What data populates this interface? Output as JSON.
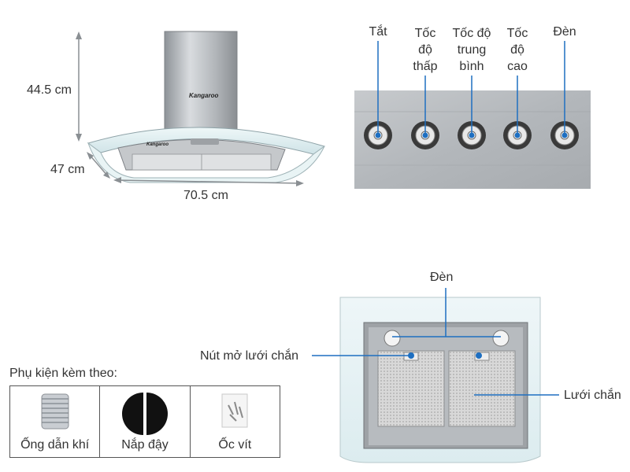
{
  "dimensions": {
    "height": "44.5 cm",
    "depth": "47 cm",
    "width": "70.5 cm"
  },
  "hood": {
    "brand": "Kangaroo"
  },
  "control_panel": {
    "buttons": [
      {
        "label": "Tắt"
      },
      {
        "label": "Tốc\nđộ\nthấp"
      },
      {
        "label": "Tốc độ\ntrung\nbình"
      },
      {
        "label": "Tốc\nđộ\ncao"
      },
      {
        "label": "Đèn"
      }
    ]
  },
  "underside": {
    "light_label": "Đèn",
    "filter_release_label": "Nút mở lưới chắn",
    "filter_label": "Lưới chắn"
  },
  "accessories": {
    "title": "Phụ kiện kèm theo:",
    "items": [
      {
        "name": "Ống dẫn khí",
        "icon": "duct-icon"
      },
      {
        "name": "Nắp đậy",
        "icon": "cover-icon"
      },
      {
        "name": "Ốc vít",
        "icon": "screws-icon"
      }
    ]
  },
  "colors": {
    "accent_line": "#1e6fc1",
    "steel": "#b9bcbf",
    "glass": "#dfeff2"
  }
}
